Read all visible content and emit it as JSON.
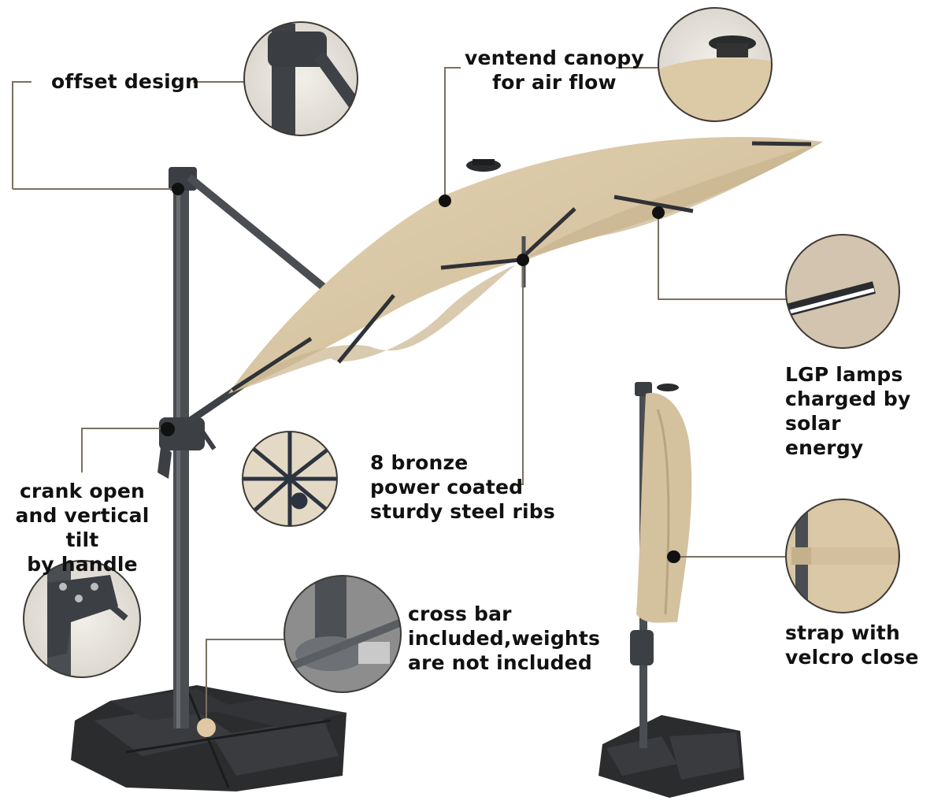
{
  "product": {
    "callouts": {
      "offset_design": [
        "offset design"
      ],
      "vented_canopy": [
        "ventend canopy",
        "for air flow"
      ],
      "lgp_lamps": [
        "LGP lamps",
        "charged by solar",
        "energy"
      ],
      "crank_tilt": [
        "crank open",
        "and vertical tilt",
        "by handle"
      ],
      "ribs": [
        "8 bronze",
        "power coated",
        "sturdy steel ribs"
      ],
      "cross_bar": [
        "cross bar",
        "included,weights",
        "are not included"
      ],
      "strap": [
        "strap with",
        "velcro close"
      ]
    },
    "colors": {
      "canopy": "#d9c7a5",
      "canopy_shadow": "#c4b08c",
      "frame": "#4a4e52",
      "base": "#2b2c2e",
      "leader_line": "#7b7060",
      "inset_ring": "#3d3a35"
    }
  }
}
